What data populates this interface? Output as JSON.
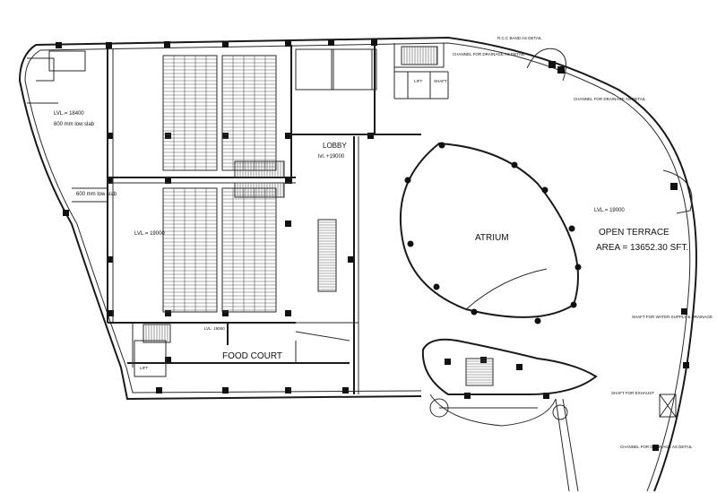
{
  "labels": {
    "lobby": "LOBBY",
    "lobby_level": "lvl. +19000",
    "atrium": "ATRIUM",
    "food_court": "FOOD COURT",
    "open_terrace": "OPEN TERRACE",
    "terrace_area": "AREA = 13652.30 SFT.",
    "terrace_level": "LVL.= 19000",
    "level_left_top": "LVL.= 18400",
    "low_slab_top": "600 mm low slab",
    "low_slab_mid": "600 mm low slab",
    "level_left": "LVL.= 19000",
    "rcc_band": "R.C.C BAND AS DETAIL",
    "channel_top": "CHANNEL FOR DRAINAGE AS DETAIL",
    "channel_right": "CHANNEL FOR DRAINAGE AS DETAIL",
    "shaft_water": "SHAFT FOR WATER SUPPLY & DRAINAGE",
    "shaft_exhaust": "SHAFT FOR EXHAUST",
    "channel_bottom": "CHANNEL FOR DRAINAGE AS DETAIL",
    "lift_right": "LIFT",
    "shaft_right": "SHAFT",
    "lvl_small": "LVL. 19000",
    "lift_bottom": "LIFT"
  }
}
